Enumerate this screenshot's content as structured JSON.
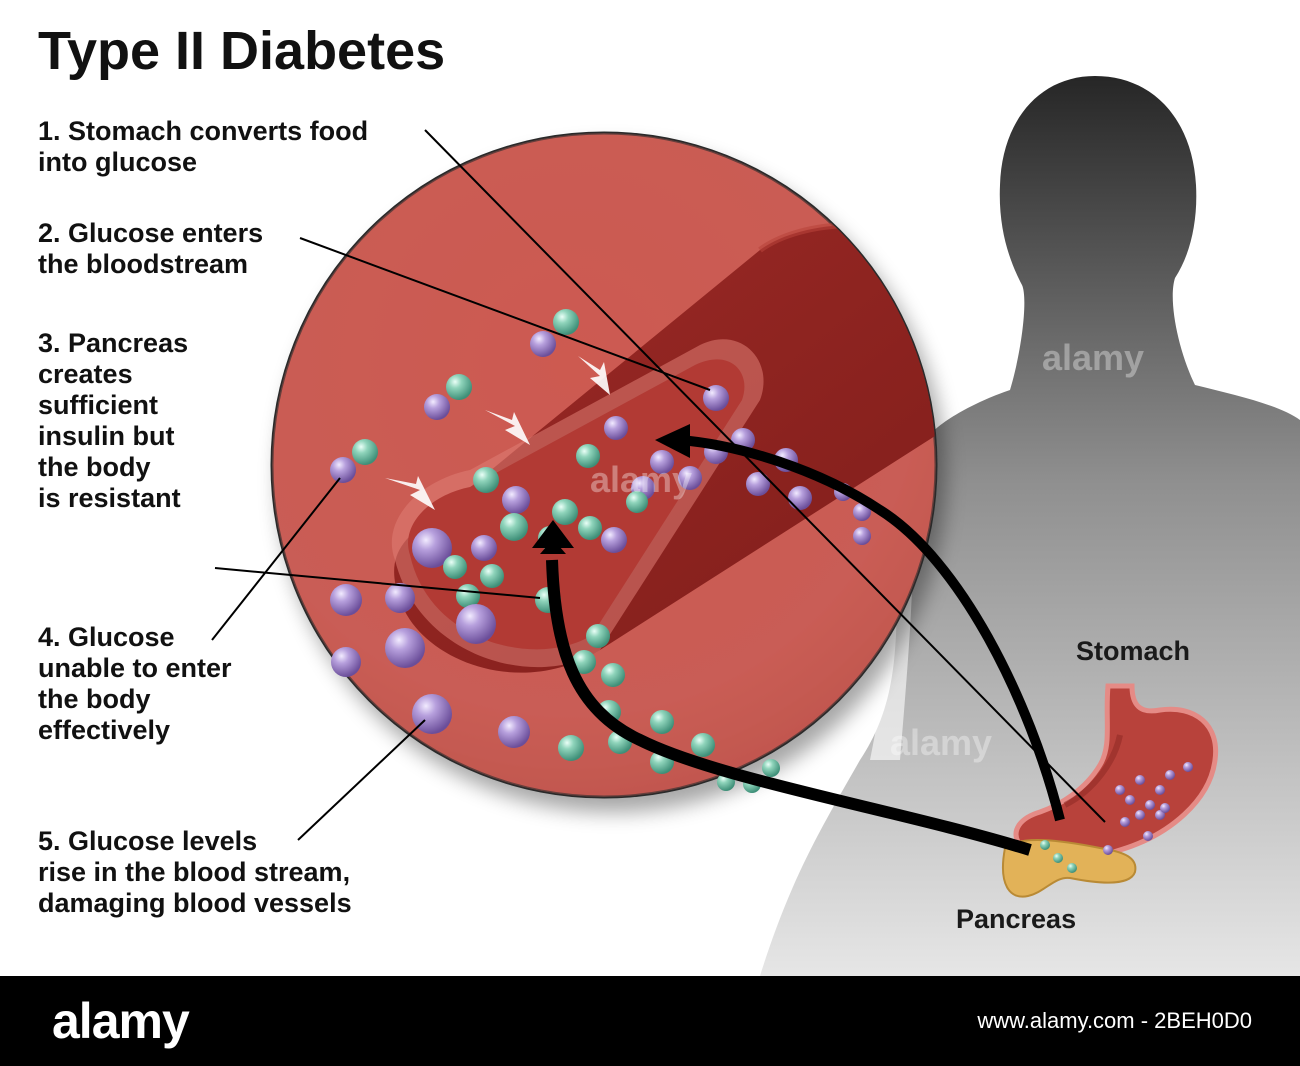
{
  "title": "Type II Diabetes",
  "steps": [
    {
      "lines": [
        "1. Stomach converts food",
        "into glucose"
      ]
    },
    {
      "lines": [
        "2. Glucose enters",
        "the bloodstream"
      ]
    },
    {
      "lines": [
        "3. Pancreas",
        "creates",
        "sufficient",
        "insulin but",
        "the body",
        "is resistant"
      ]
    },
    {
      "lines": [
        "4. Glucose",
        "unable to enter",
        "the body",
        "effectively"
      ]
    },
    {
      "lines": [
        "5. Glucose levels",
        "rise in the blood stream,",
        "damaging blood vessels"
      ]
    }
  ],
  "organs": {
    "stomach": "Stomach",
    "pancreas": "Pancreas"
  },
  "watermark": "alamy",
  "footer": {
    "logo": "alamy",
    "image_id": "www.alamy.com - 2BEH0D0"
  },
  "colors": {
    "circle": "#c0504a",
    "vessel": "#a8312c",
    "glucose": "#9b7fc4",
    "insulin": "#6fc0a4",
    "silhouette_top": "#2b2b2b",
    "silhouette_bottom": "#d9d9d9",
    "pancreas": "#e2b258",
    "footer_bg": "#000000"
  }
}
